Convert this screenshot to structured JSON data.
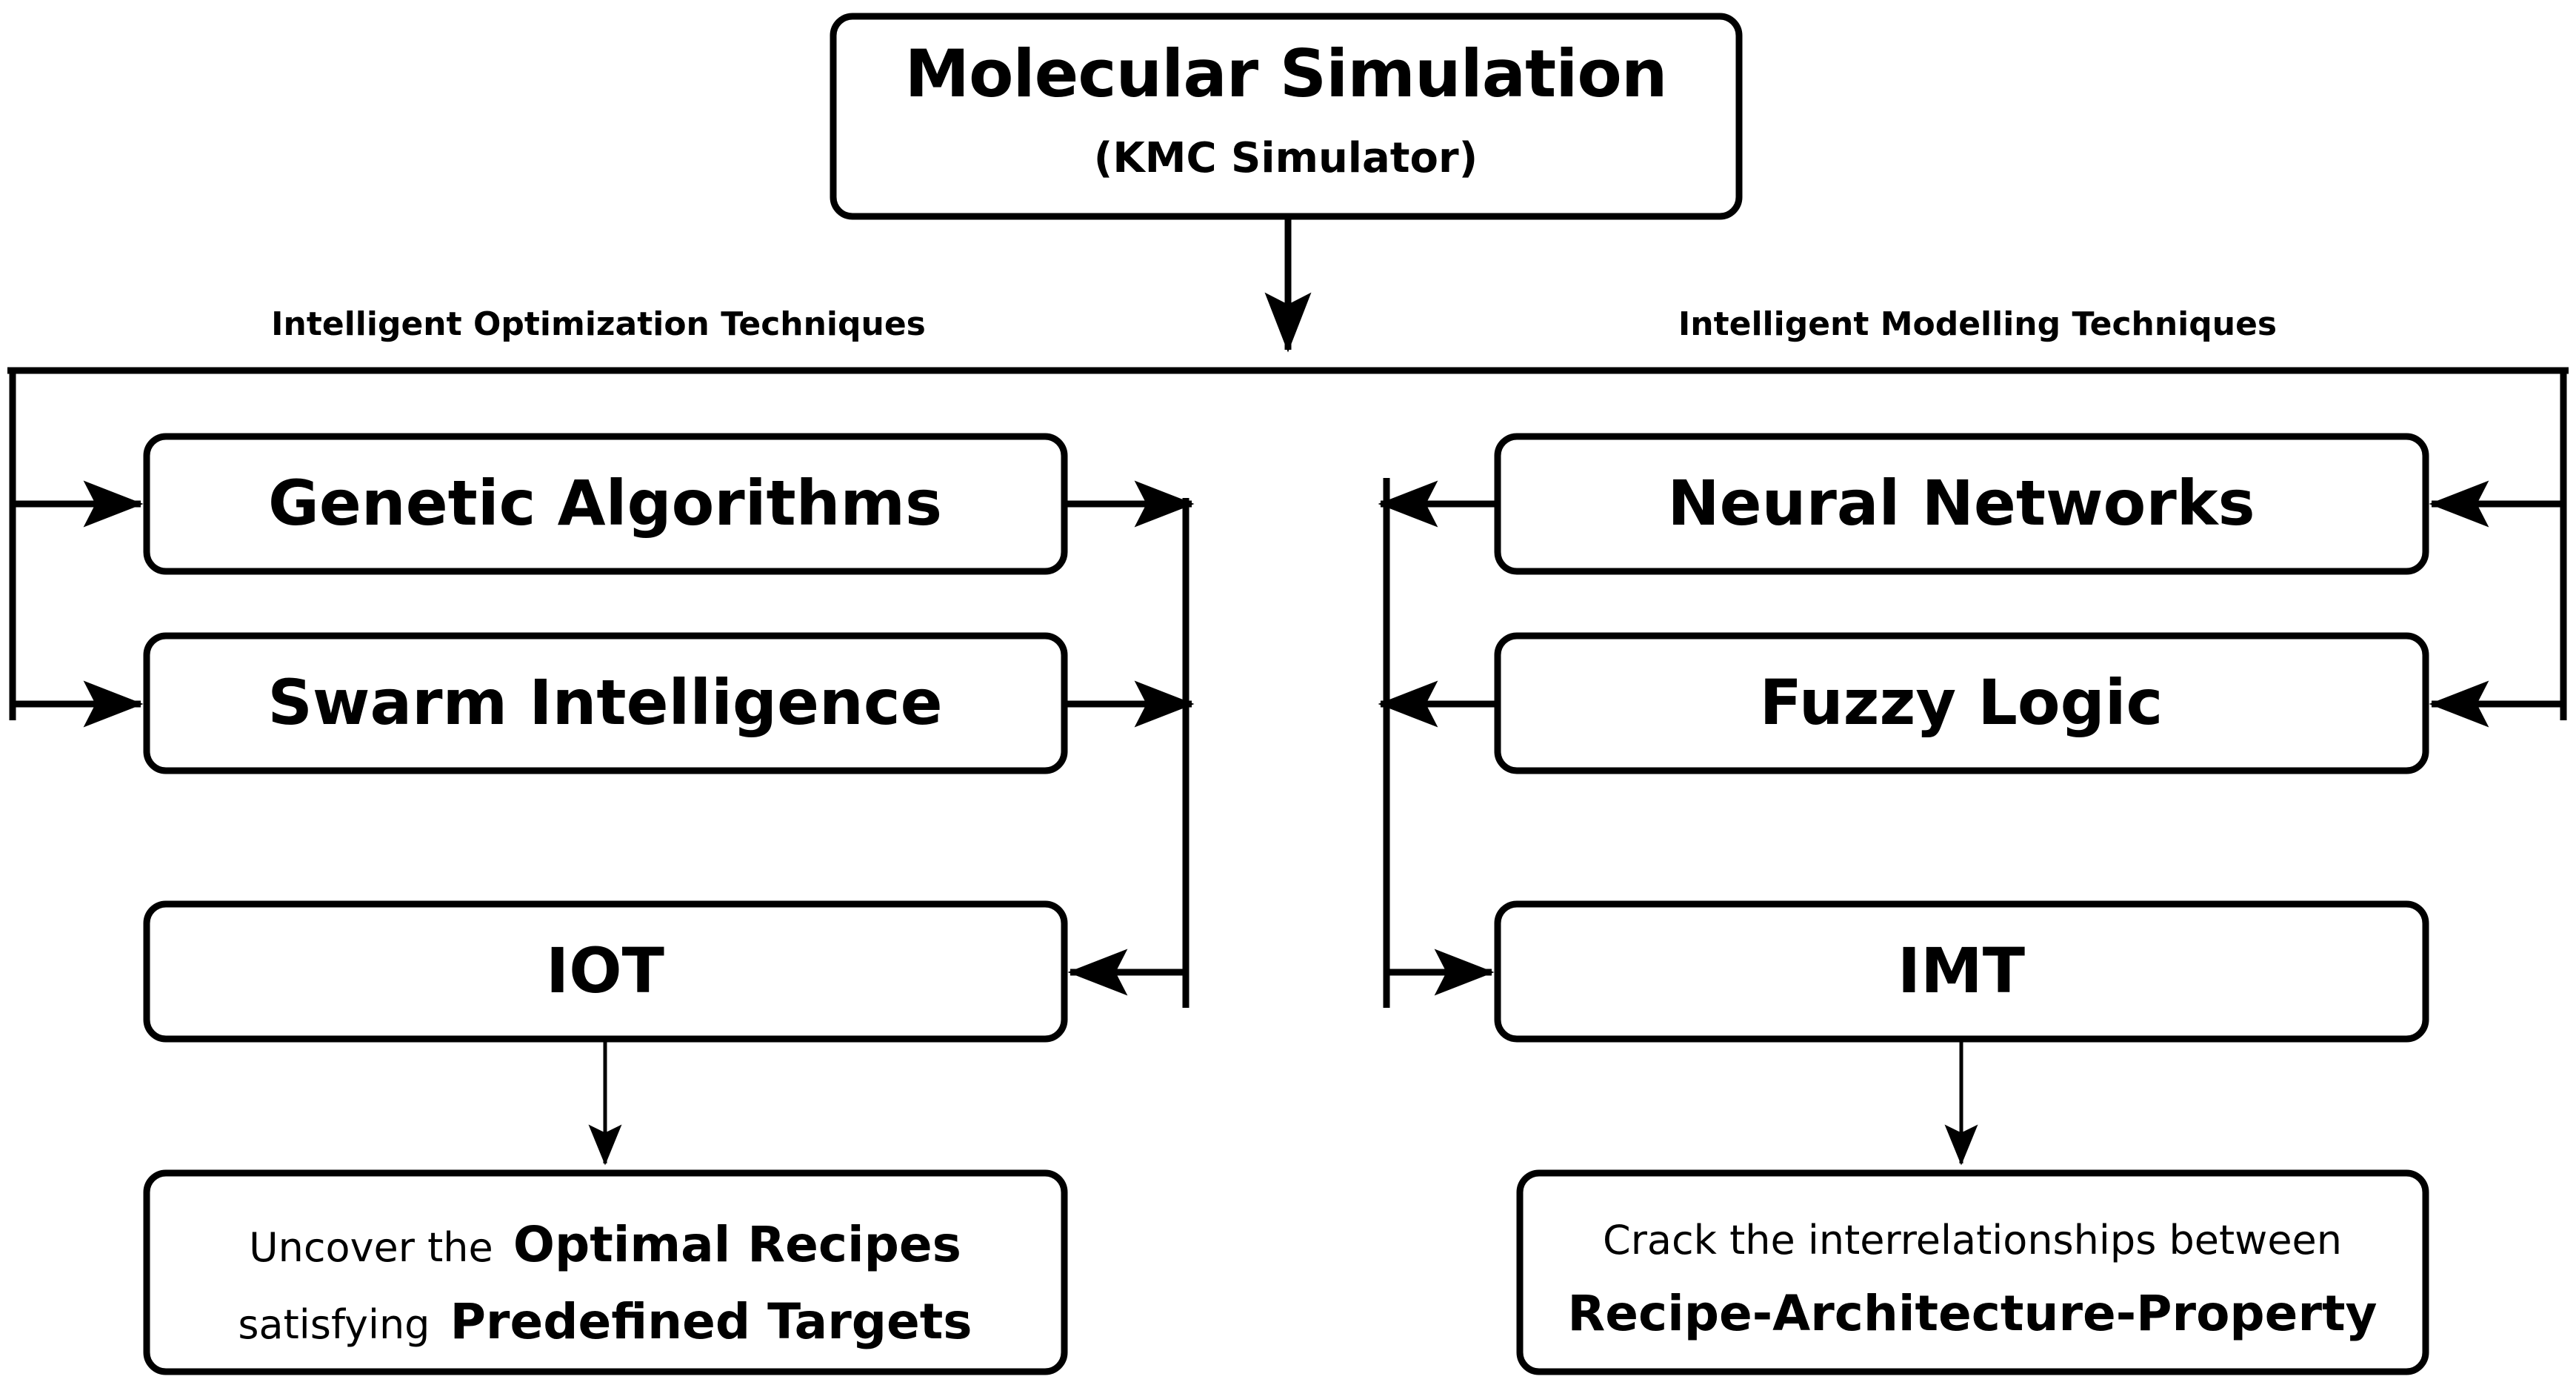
{
  "diagram": {
    "title": "Molecular Simulation",
    "subtitle": "(KMC Simulator)",
    "left_section_label": "Intelligent Optimization Techniques",
    "right_section_label": "Intelligent Modelling Techniques",
    "left_nodes": {
      "genetic_algorithms": "Genetic Algorithms",
      "swarm_intelligence": "Swarm Intelligence",
      "iot": "IOT"
    },
    "right_nodes": {
      "neural_networks": "Neural Networks",
      "fuzzy_logic": "Fuzzy Logic",
      "imt": "IMT"
    },
    "left_outcome": {
      "line1_light": "Uncover the",
      "line1_strong": "Optimal Recipes",
      "line2_light": "satisfying",
      "line2_strong": "Predefined Targets"
    },
    "right_outcome": {
      "line1_light": "Crack the interrelationships between",
      "line2_strong": "Recipe-Architecture-Property"
    },
    "colors": {
      "stroke": "#000000",
      "fill": "#ffffff",
      "text": "#000000"
    }
  }
}
